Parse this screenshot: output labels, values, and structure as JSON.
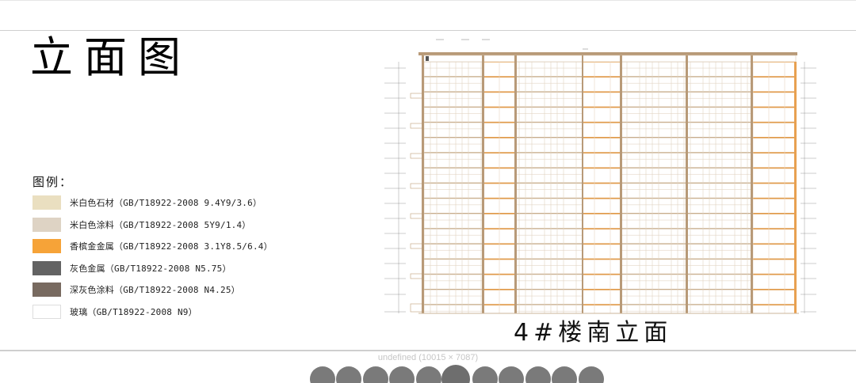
{
  "slide": {
    "title": "立面图",
    "legend_heading": "图例：",
    "legend": [
      {
        "label": "米白色石材（GB/T18922-2008  9.4Y9/3.6）",
        "color": "#eadfc0"
      },
      {
        "label": "米白色涂料（GB/T18922-2008   5Y9/1.4）",
        "color": "#ded3c4"
      },
      {
        "label": "香槟金金属（GB/T18922-2008 3.1Y8.5/6.4）",
        "color": "#f6a338"
      },
      {
        "label": "灰色金属（GB/T18922-2008   N5.75）",
        "color": "#636363"
      },
      {
        "label": "深灰色涂料（GB/T18922-2008   N4.25）",
        "color": "#786a60"
      },
      {
        "label": "玻璃（GB/T18922-2008   N9）",
        "color": "#ffffff"
      }
    ],
    "drawing_caption": "4#楼南立面",
    "drawing_colors": {
      "frame": "#b89a78",
      "accent": "#e0a050",
      "line": "#d8c6b0"
    }
  },
  "viewer": {
    "image_info": "undefined (10015 × 7087)",
    "thumbnail_count": 11,
    "active_thumbnail": 6
  }
}
